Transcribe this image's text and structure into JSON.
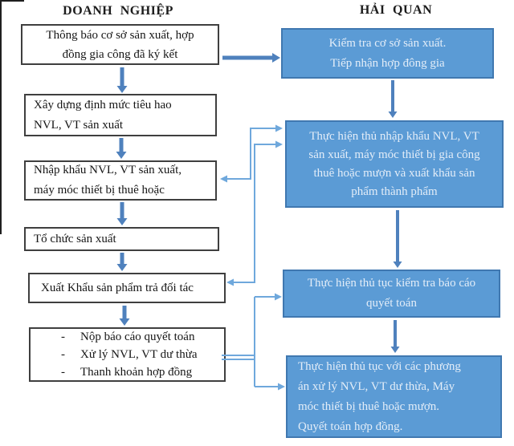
{
  "diagram": {
    "kind": "flowchart",
    "enterprise": {
      "title": "DOANH NGHIỆP",
      "box1": "Thông báo cơ sở sản xuất, hợp\nđồng gia công đã ký kết",
      "box2": "Xây dựng định mức tiêu hao\nNVL, VT sản xuất",
      "box3": "Nhập khẩu NVL, VT sản xuất,\nmáy móc thiết bị thuê hoặc",
      "box4": "Tổ chức sản xuất",
      "box5": "Xuất Khẩu sản phẩm trả đối tác",
      "box6_bullet": "-",
      "box6_items": [
        "Nộp báo cáo quyết toán",
        "Xử lý NVL, VT dư thừa",
        "Thanh khoản hợp đồng"
      ]
    },
    "customs": {
      "title": "HẢI QUAN",
      "box1": "Kiểm tra cơ sở sản xuất.\nTiếp nhận hợp đông gia",
      "box2": "Thực hiện thủ nhập khẩu NVL, VT\nsản xuất, máy móc thiết bị gia công\nthuê hoặc mượn và xuất khẩu sản\nphẩm thành phẩm",
      "box3": "Thực hiện thủ tục  kiểm tra báo cáo\nquyết toán",
      "box4": "Thực hiện thủ tục với các phương\nán xử lý NVL, VT dư thừa, Máy\nmóc thiết  bị thuê  hoặc mượn.\nQuyết toán hợp đồng."
    }
  },
  "colors": {
    "box_fill": "#5b9bd5",
    "box_border": "#4078b0",
    "box_text": "#e3edf8",
    "arrow_thick": "#4f81bd",
    "arrow_thin": "#6fa8dc",
    "white_box_border": "#3f3f3f",
    "ink": "#1c1c1c"
  }
}
